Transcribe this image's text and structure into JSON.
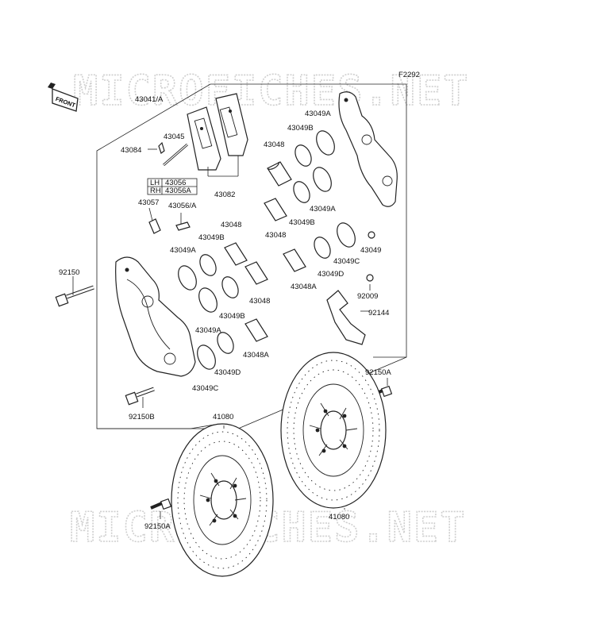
{
  "diagram": {
    "code": "F2292",
    "front_label": "FRONT",
    "watermark": "MICROFICHES.NET",
    "lh_rh": {
      "lh": "LH",
      "lh_part": "43056",
      "rh": "RH",
      "rh_part": "43056A"
    },
    "labels": [
      {
        "id": "l43041",
        "text": "43041/A"
      },
      {
        "id": "l43084",
        "text": "43084"
      },
      {
        "id": "l43045",
        "text": "43045"
      },
      {
        "id": "l43082",
        "text": "43082"
      },
      {
        "id": "l43057",
        "text": "43057"
      },
      {
        "id": "l43056A",
        "text": "43056/A"
      },
      {
        "id": "l43048a",
        "text": "43048"
      },
      {
        "id": "l43049Ba",
        "text": "43049B"
      },
      {
        "id": "l43049Aa",
        "text": "43049A"
      },
      {
        "id": "l92150",
        "text": "92150"
      },
      {
        "id": "l43048b",
        "text": "43048"
      },
      {
        "id": "l43049Bb",
        "text": "43049B"
      },
      {
        "id": "l43049Ab",
        "text": "43049A"
      },
      {
        "id": "l43048Ba",
        "text": "43048A"
      },
      {
        "id": "l43049D",
        "text": "43049D"
      },
      {
        "id": "l43049C",
        "text": "43049C"
      },
      {
        "id": "l92150B",
        "text": "92150B"
      },
      {
        "id": "l43049Ac",
        "text": "43049A"
      },
      {
        "id": "l43049Bc",
        "text": "43049B"
      },
      {
        "id": "l43048c",
        "text": "43048"
      },
      {
        "id": "l43049Bd",
        "text": "43049B"
      },
      {
        "id": "l43048d",
        "text": "43048"
      },
      {
        "id": "l43049Ad",
        "text": "43049A"
      },
      {
        "id": "l43049Ce",
        "text": "43049C"
      },
      {
        "id": "l43049",
        "text": "43049"
      },
      {
        "id": "l43049De",
        "text": "43049D"
      },
      {
        "id": "l43048Af",
        "text": "43048A"
      },
      {
        "id": "l92009",
        "text": "92009"
      },
      {
        "id": "l92144",
        "text": "92144"
      },
      {
        "id": "l43048e",
        "text": "43048"
      },
      {
        "id": "l92150A",
        "text": "92150A"
      },
      {
        "id": "l41080a",
        "text": "41080"
      },
      {
        "id": "l41080b",
        "text": "41080"
      },
      {
        "id": "l92150Ab",
        "text": "92150A"
      }
    ]
  }
}
